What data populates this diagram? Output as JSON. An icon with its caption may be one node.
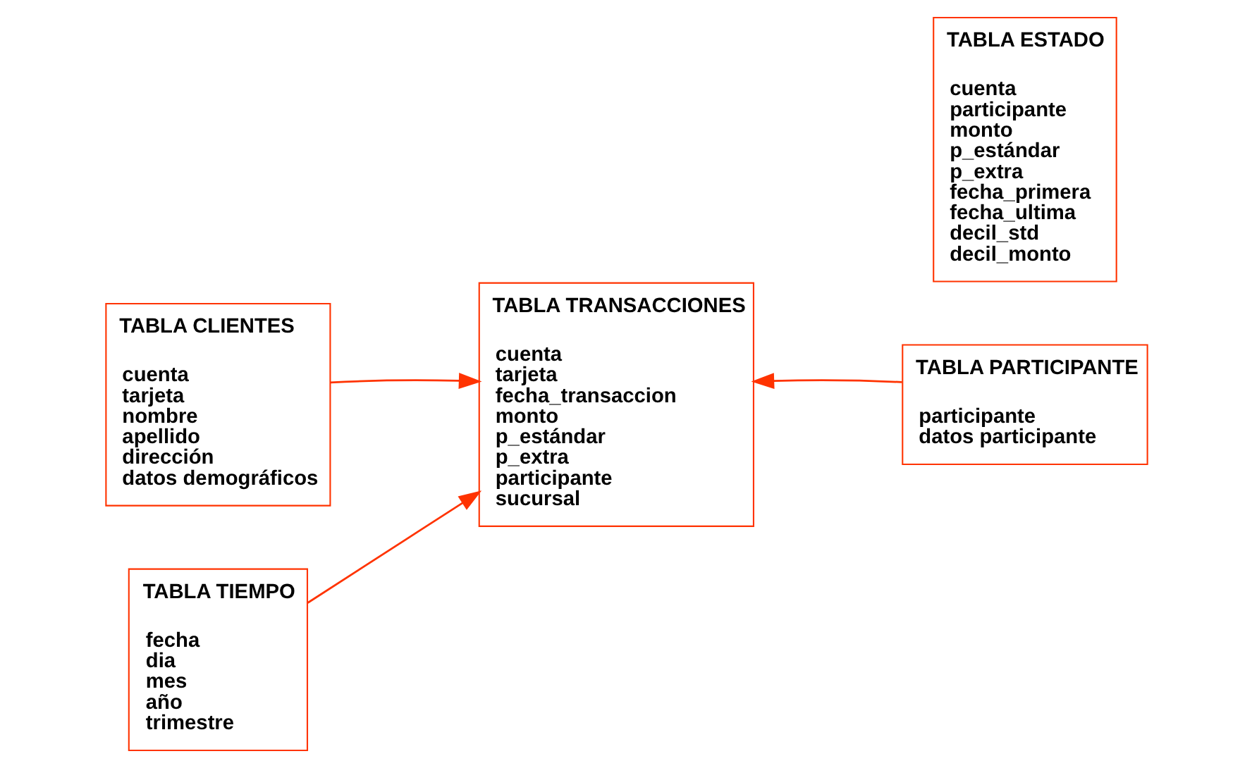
{
  "diagram": {
    "nodes": [
      {
        "text": [
          "TABLA CLIENTES",
          "cuenta",
          "tarjeta",
          "nombre",
          "apellido",
          "dirección",
          "datos demográficos"
        ]
      },
      {
        "text": [
          "TABLA TRANSACCIONES",
          "cuenta",
          "tarjeta",
          "fecha_transaccion",
          "monto",
          "p_estándar",
          "p_extra",
          "participante",
          "sucursal"
        ]
      },
      {
        "text": [
          "TABLA PARTICIPANTE",
          "participante",
          "datos participante"
        ]
      },
      {
        "text": [
          "TABLA TIEMPO",
          "fecha",
          "dia",
          "mes",
          "año",
          "trimestre"
        ]
      },
      {
        "text": [
          "TABLA ESTADO",
          "cuenta",
          "participante",
          "monto",
          "p_estándar",
          "p_extra",
          "fecha_primera",
          "fecha_ultima",
          "decil_std",
          "decil_monto"
        ]
      }
    ],
    "edges": [
      {
        "from": 0,
        "to": 1,
        "arrow": "to"
      },
      {
        "from": 2,
        "to": 1,
        "arrow": "to"
      },
      {
        "from": 3,
        "to": 1,
        "arrow": "to"
      }
    ]
  }
}
